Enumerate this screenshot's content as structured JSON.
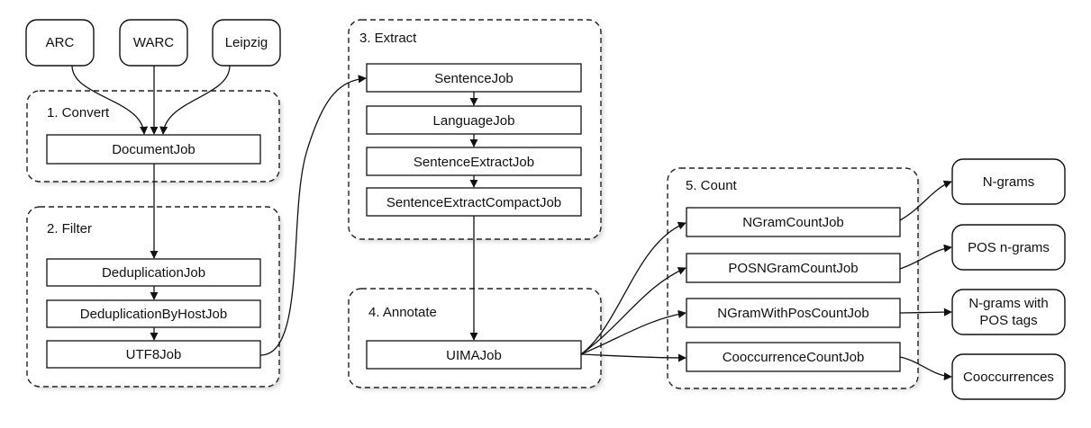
{
  "sources": [
    "ARC",
    "WARC",
    "Leipzig"
  ],
  "groups": [
    {
      "title": "1. Convert",
      "jobs": [
        "DocumentJob"
      ]
    },
    {
      "title": "2. Filter",
      "jobs": [
        "DeduplicationJob",
        "DeduplicationByHostJob",
        "UTF8Job"
      ]
    },
    {
      "title": "3. Extract",
      "jobs": [
        "SentenceJob",
        "LanguageJob",
        "SentenceExtractJob",
        "SentenceExtractCompactJob"
      ]
    },
    {
      "title": "4. Annotate",
      "jobs": [
        "UIMAJob"
      ]
    },
    {
      "title": "5. Count",
      "jobs": [
        "NGramCountJob",
        "POSNGramCountJob",
        "NGramWithPosCountJob",
        "CooccurrenceCountJob"
      ]
    }
  ],
  "outputs": [
    {
      "lines": [
        "N-grams"
      ]
    },
    {
      "lines": [
        "POS n-grams"
      ]
    },
    {
      "lines": [
        "N-grams with",
        "POS tags"
      ]
    },
    {
      "lines": [
        "Cooccurrences"
      ]
    }
  ]
}
